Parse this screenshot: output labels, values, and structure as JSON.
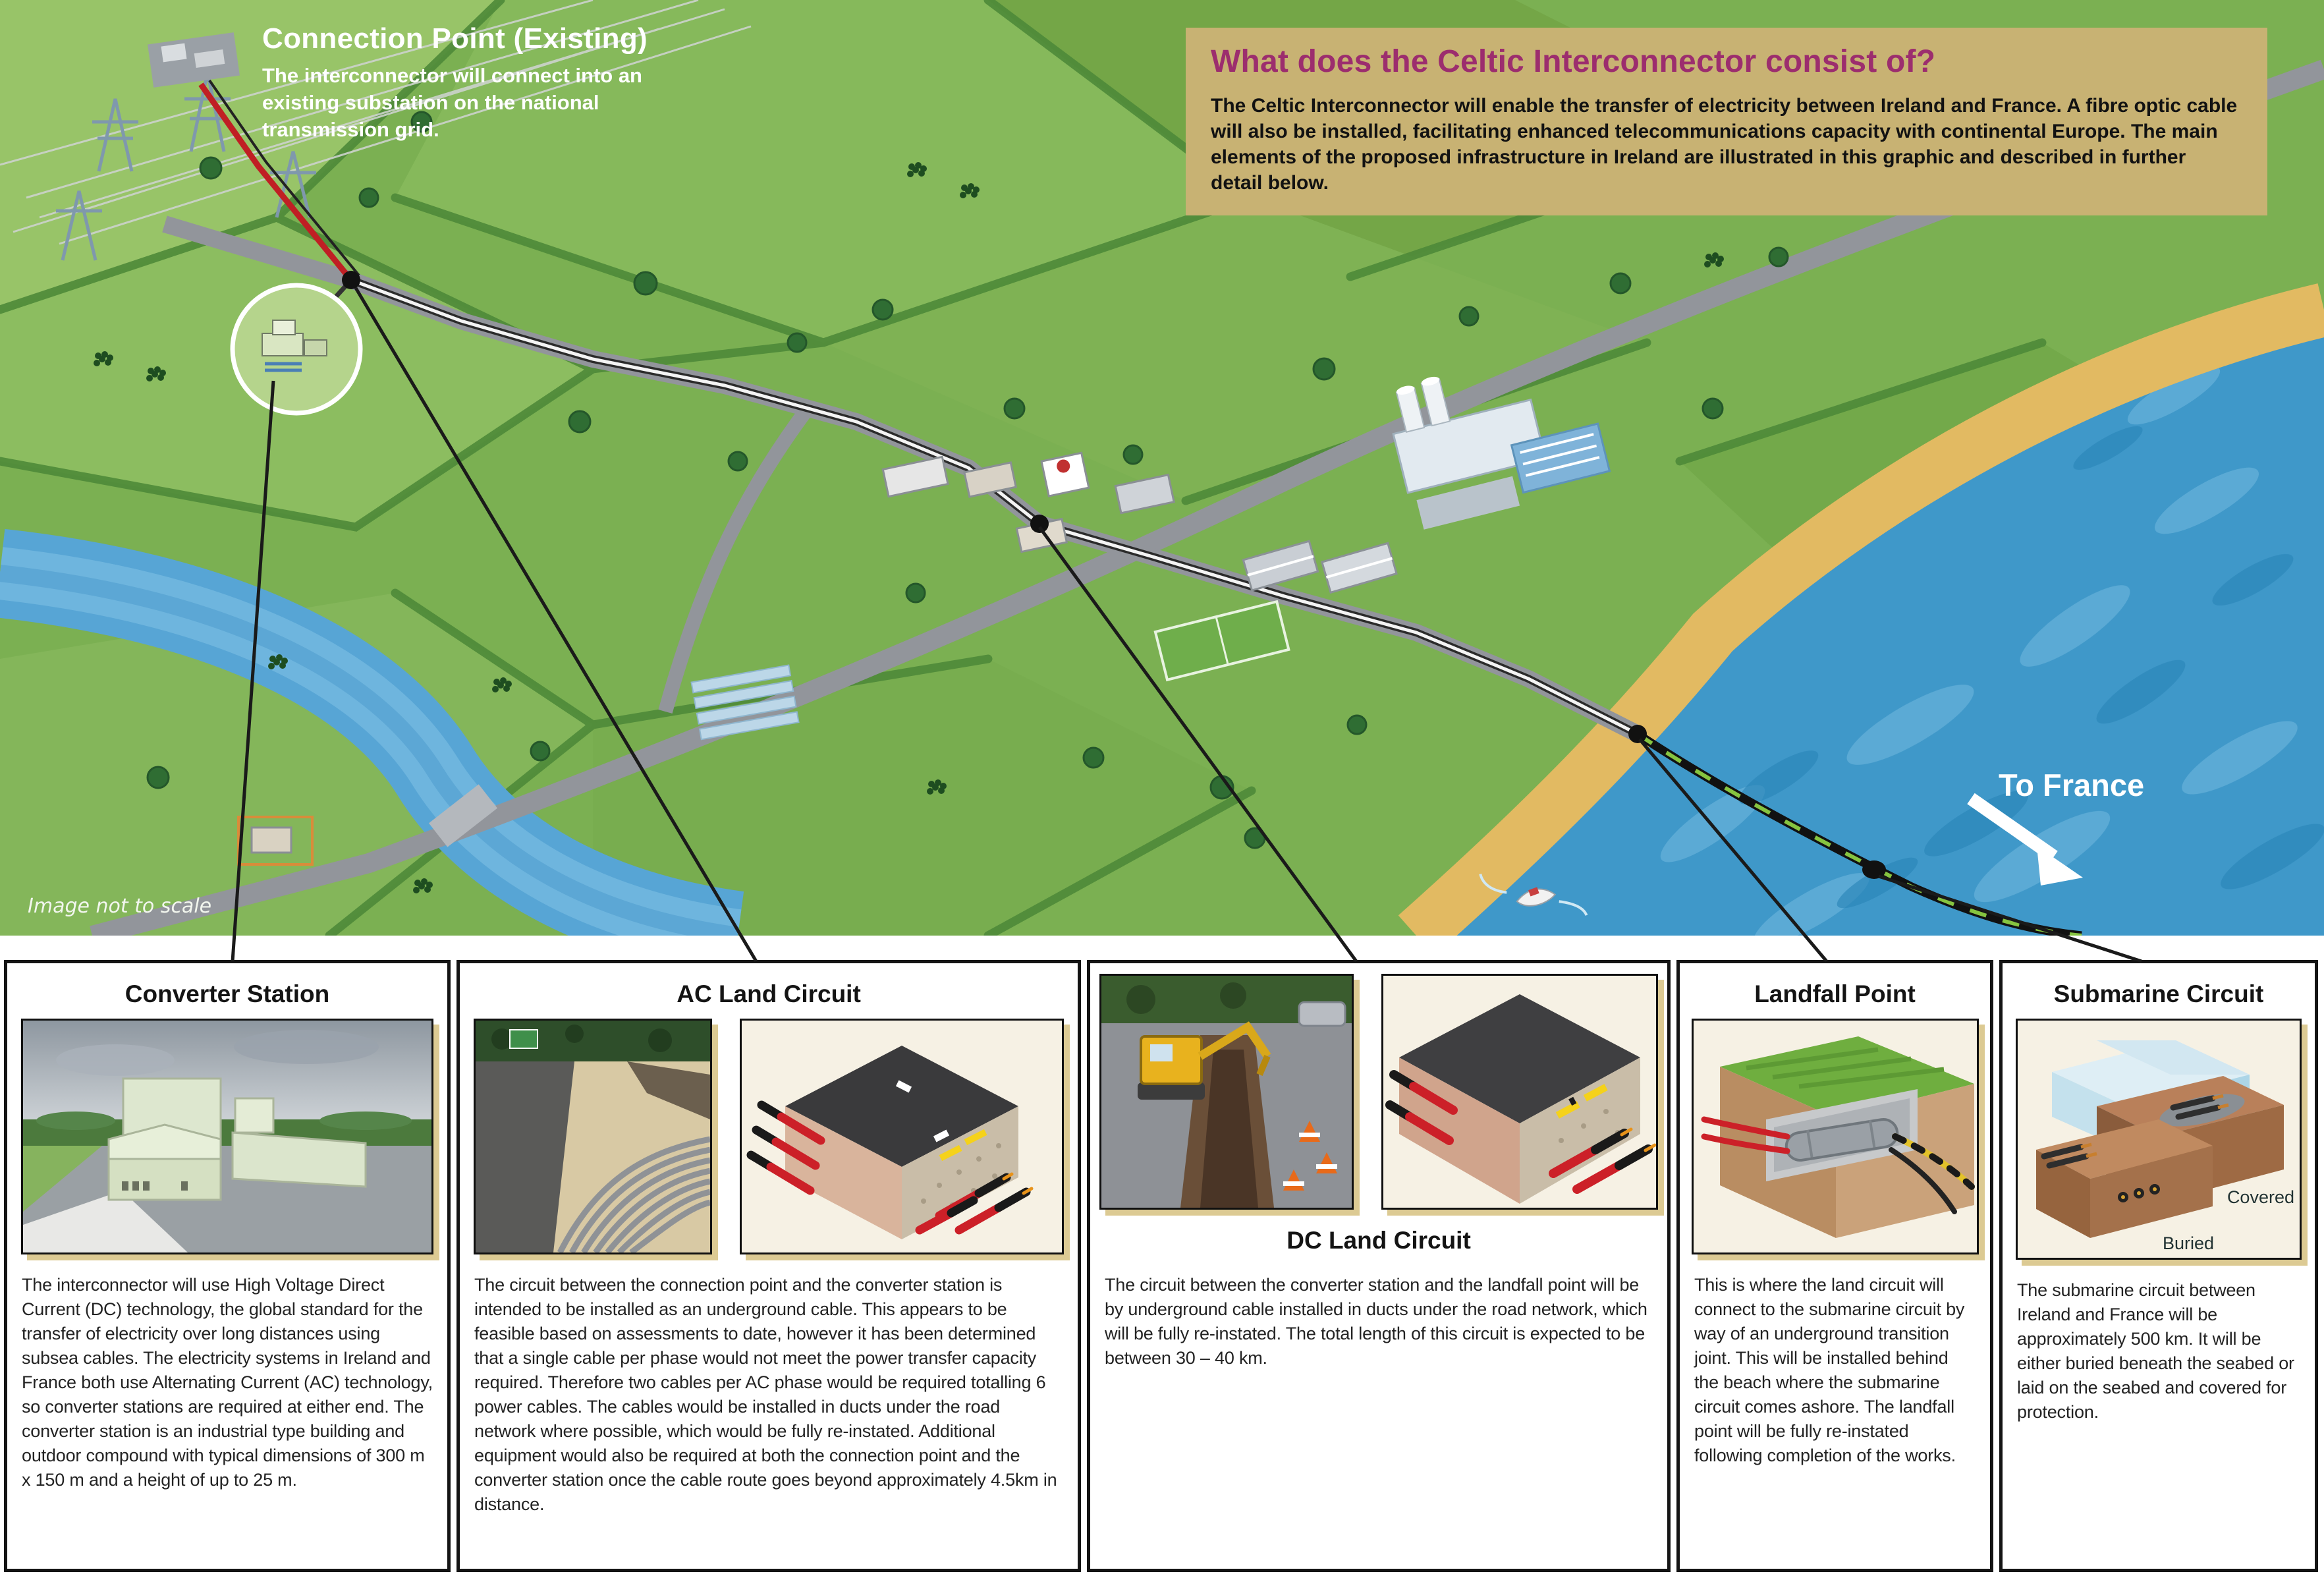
{
  "map": {
    "connection_point": {
      "title": "Connection Point (Existing)",
      "subtitle": "The interconnector will connect into an existing substation on the national transmission grid."
    },
    "info_box": {
      "title": "What does the Celtic Interconnector consist of?",
      "body": "The Celtic Interconnector will enable the transfer of electricity between Ireland and France. A fibre optic cable will also be installed, facilitating enhanced telecommunications capacity with continental Europe. The main elements of the proposed infrastructure in Ireland are illustrated in this graphic and described in further detail below."
    },
    "to_france_label": "To France",
    "not_to_scale": "Image not to scale"
  },
  "icons": {
    "to_france_arrow": "white-diagonal-arrow-pointing-sea",
    "callout_dot": "black-route-marker-dot"
  },
  "colors": {
    "info_box_bg": "#c8b273",
    "info_title": "#9c2d6e",
    "land_green": "#7bb052",
    "sea_blue": "#3f98c9",
    "sand": "#e2ba62",
    "ac_cable_red": "#c01f24",
    "submarine_cable_green": "#86c440",
    "panel_shadow_tan": "#dcca93"
  },
  "panels": [
    {
      "title": "Converter Station",
      "body": "The interconnector will use High Voltage Direct Current (DC) technology, the global standard for the transfer of electricity over long distances using subsea cables. The electricity systems in Ireland and France both use Alternating Current (AC) technology, so converter stations are required at either end. The converter station is an industrial type building and outdoor compound with typical dimensions of 300 m x 150 m and a height of up to 25 m."
    },
    {
      "title": "AC Land Circuit",
      "body": "The circuit between the connection point and the converter station is intended to be installed as an underground cable. This appears to be feasible based on assessments to date, however it has been determined that a single cable per phase would not meet the power transfer capacity required. Therefore two cables per AC phase would be required totalling 6 power cables. The cables would be installed in ducts under the road network where possible, which would be fully re-instated. Additional equipment would also be required at both the connection point and the converter station once the cable route goes beyond approximately 4.5km in distance."
    },
    {
      "title": "DC Land Circuit",
      "body": "The circuit between the converter station and the landfall point will be by underground cable installed in ducts under the road network, which will be fully re-instated. The total length of this circuit is expected to be between 30 – 40 km."
    },
    {
      "title": "Landfall Point",
      "body": "This is where the land circuit will connect to the submarine circuit by way of an underground transition joint. This will be installed behind the beach where the submarine circuit comes ashore. The landfall point will be fully re-instated following completion of the works."
    },
    {
      "title": "Submarine Circuit",
      "body": "The submarine circuit between Ireland and France will be approximately 500 km. It will be either buried beneath the seabed or laid on the seabed and covered for protection.",
      "labels": {
        "covered": "Covered",
        "buried": "Buried"
      }
    }
  ]
}
